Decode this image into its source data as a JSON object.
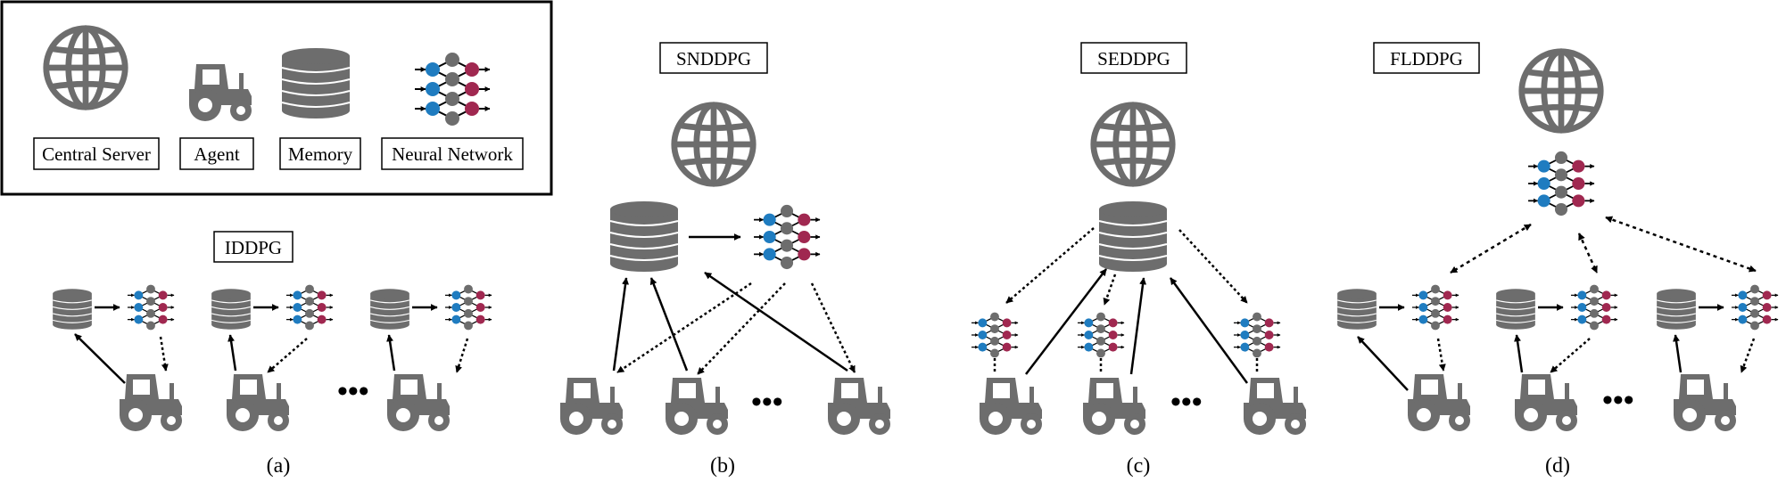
{
  "legend": {
    "central_server": "Central Server",
    "agent": "Agent",
    "memory": "Memory",
    "neural_network": "Neural Network"
  },
  "panels": {
    "a": {
      "title": "IDDPG",
      "caption": "(a)"
    },
    "b": {
      "title": "SNDDPG",
      "caption": "(b)"
    },
    "c": {
      "title": "SEDDPG",
      "caption": "(c)"
    },
    "d": {
      "title": "FLDDPG",
      "caption": "(d)"
    }
  },
  "colors": {
    "icon_gray": "#6d6d6d",
    "node_blue": "#1f7cc0",
    "node_red": "#a02850",
    "line": "#000000"
  }
}
